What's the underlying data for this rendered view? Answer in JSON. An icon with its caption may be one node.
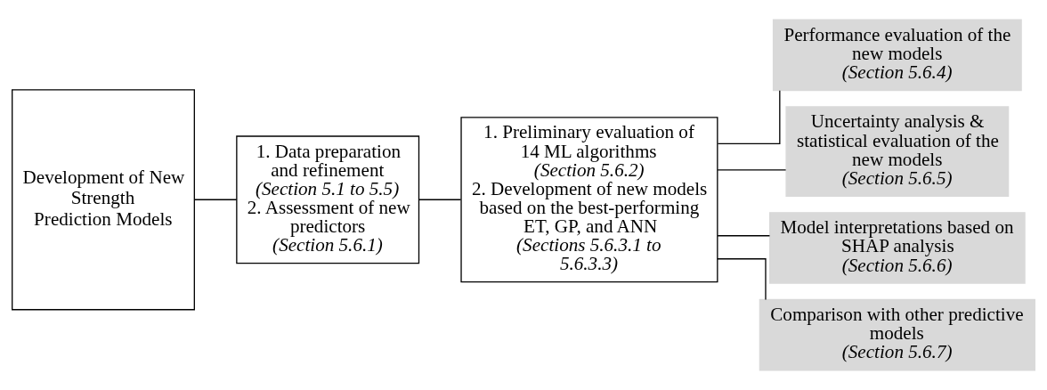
{
  "diagram": {
    "nodes": [
      {
        "text": [
          "Development of New Strength Prediction Models"
        ]
      },
      {
        "text": [
          "1. Data preparation and refinement",
          "(Section 5.1 to 5.5)",
          "2. Assessment of new predictors",
          "(Section 5.6.1)"
        ]
      },
      {
        "text": [
          "1. Preliminary evaluation of 14 ML algorithms",
          "(Section 5.6.2)",
          "2. Development of new models based on the best-performing ET, GP, and ANN",
          "(Sections 5.6.3.1 to 5.6.3.3)"
        ]
      },
      {
        "text": [
          "Performance evaluation of the new models",
          "(Section 5.6.4)"
        ]
      },
      {
        "text": [
          "Uncertainty analysis & statistical evaluation of the new models",
          "(Section 5.6.5)"
        ]
      },
      {
        "text": [
          "Model interpretations based on SHAP analysis",
          "(Section 5.6.6)"
        ]
      },
      {
        "text": [
          "Comparison with other predictive models",
          "(Section 5.6.7)"
        ]
      }
    ],
    "edges": [
      {
        "from": 0,
        "to": 1,
        "arrow": "none"
      },
      {
        "from": 1,
        "to": 2,
        "arrow": "none"
      },
      {
        "from": 2,
        "to": 3,
        "arrow": "none"
      },
      {
        "from": 2,
        "to": 4,
        "arrow": "none"
      },
      {
        "from": 2,
        "to": 5,
        "arrow": "none"
      },
      {
        "from": 2,
        "to": 6,
        "arrow": "none"
      }
    ]
  }
}
